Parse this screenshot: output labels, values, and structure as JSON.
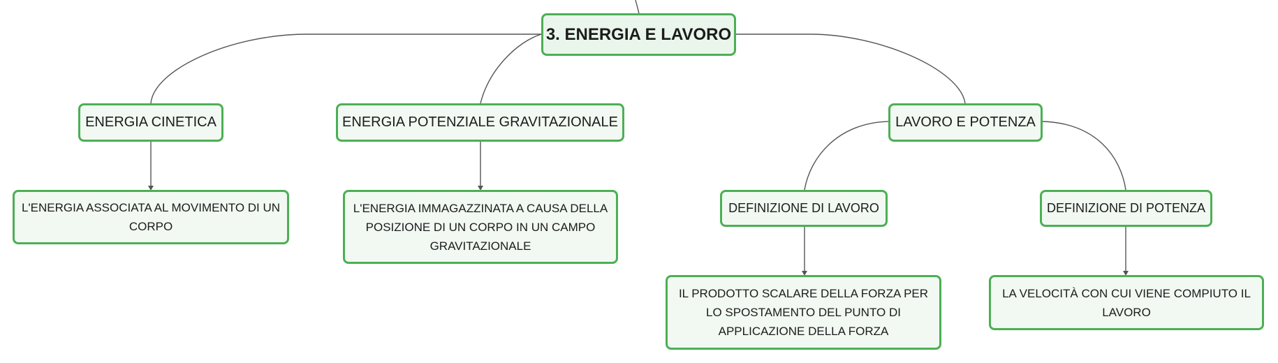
{
  "map": {
    "root": {
      "label": "3. ENERGIA E LAVORO"
    },
    "energia_cinetica": {
      "label": "ENERGIA CINETICA",
      "definition": "L'ENERGIA ASSOCIATA AL MOVIMENTO DI UN CORPO"
    },
    "energia_potenziale": {
      "label": "ENERGIA POTENZIALE GRAVITAZIONALE",
      "definition": "L'ENERGIA IMMAGAZZINATA A CAUSA DELLA POSIZIONE DI UN CORPO IN UN CAMPO GRAVITAZIONALE"
    },
    "lavoro_potenza": {
      "label": "LAVORO E POTENZA",
      "def_lavoro": {
        "label": "DEFINIZIONE DI LAVORO",
        "text": "IL PRODOTTO SCALARE DELLA FORZA PER LO SPOSTAMENTO DEL PUNTO DI APPLICAZIONE DELLA FORZA"
      },
      "def_potenza": {
        "label": "DEFINIZIONE DI POTENZA",
        "text": "LA VELOCITÀ CON CUI VIENE COMPIUTO IL LAVORO"
      }
    }
  },
  "colors": {
    "node_border": "#4caf55",
    "node_fill": "#f1f9f2",
    "connector": "#555555"
  }
}
